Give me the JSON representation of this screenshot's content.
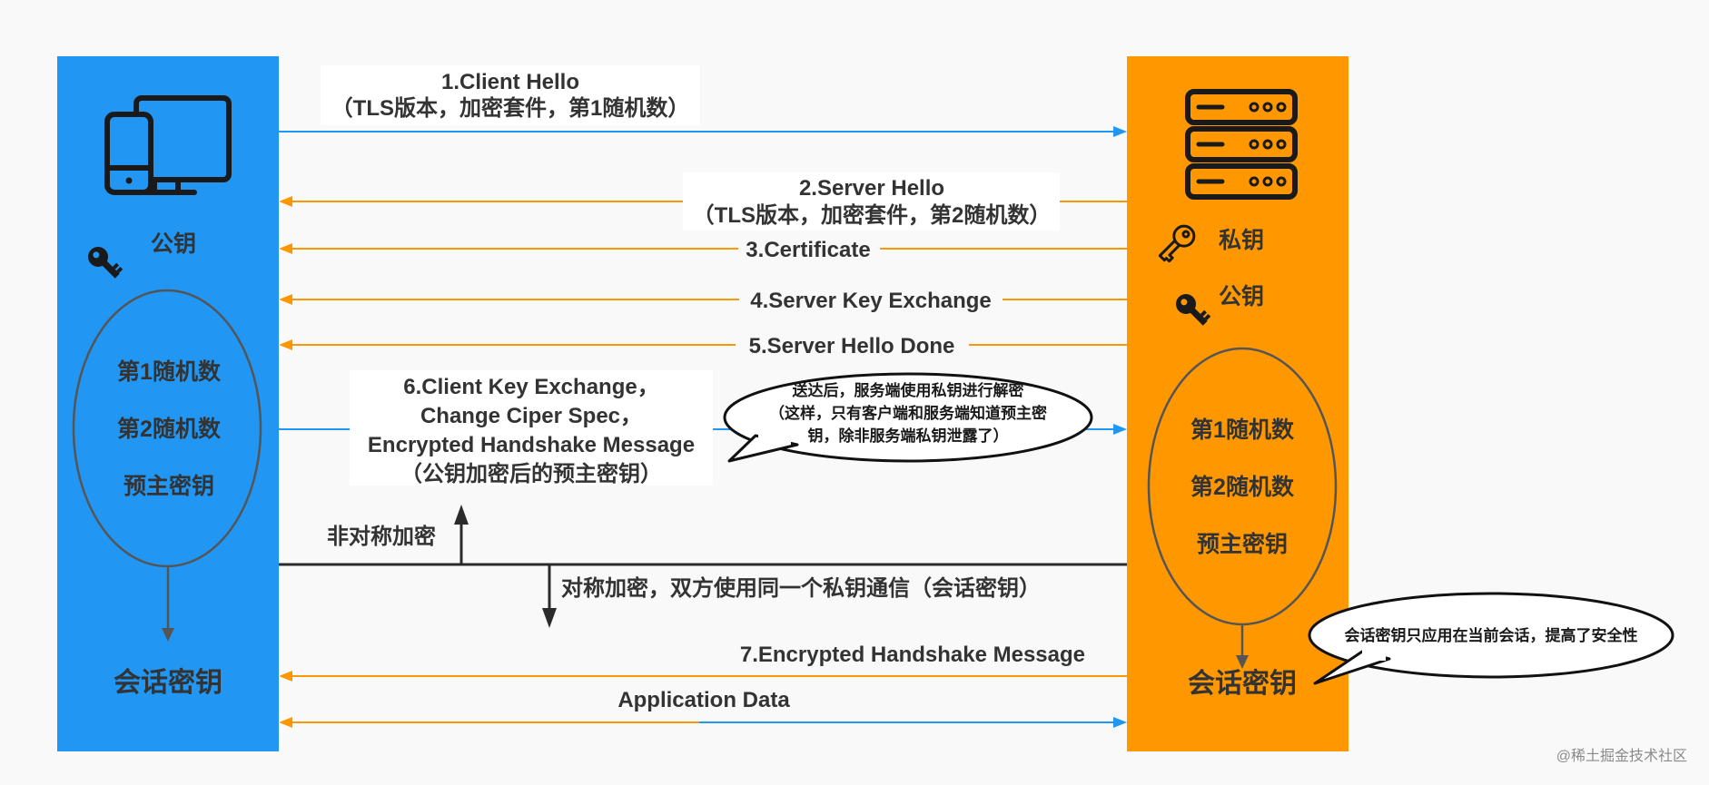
{
  "colors": {
    "client": "#2196f3",
    "server": "#ff9800",
    "text": "#333333",
    "line_dark": "#2b2b2b",
    "oval_stroke": "#555555",
    "background": "#f9f9f9"
  },
  "icons": {
    "client": "computer-phone-icon",
    "server": "server-rack-icon",
    "key": "key-icon",
    "key_outline": "key-outline-icon"
  },
  "client": {
    "public_key_label": "公钥",
    "oval_lines": [
      "第1随机数",
      "第2随机数",
      "预主密钥"
    ],
    "session_key_label": "会话密钥"
  },
  "server": {
    "private_key_label": "私钥",
    "public_key_label": "公钥",
    "oval_lines": [
      "第1随机数",
      "第2随机数",
      "预主密钥"
    ],
    "session_key_label": "会话密钥"
  },
  "messages": [
    {
      "id": "client-hello",
      "direction": "to-server",
      "color": "client",
      "lines": [
        "1.Client Hello",
        "（TLS版本，加密套件，第1随机数）"
      ]
    },
    {
      "id": "server-hello",
      "direction": "to-client",
      "color": "server",
      "lines": [
        "2.Server Hello",
        "（TLS版本，加密套件，第2随机数）"
      ]
    },
    {
      "id": "certificate",
      "direction": "to-client",
      "color": "server",
      "lines": [
        "3.Certificate"
      ]
    },
    {
      "id": "server-key-exchange",
      "direction": "to-client",
      "color": "server",
      "lines": [
        "4.Server Key Exchange"
      ]
    },
    {
      "id": "server-hello-done",
      "direction": "to-client",
      "color": "server",
      "lines": [
        "5.Server Hello Done"
      ]
    },
    {
      "id": "client-key-exchange",
      "direction": "to-server",
      "color": "client",
      "lines": [
        "6.Client Key Exchange，",
        "Change Ciper Spec，",
        "Encrypted Handshake Message",
        "（公钥加密后的预主密钥）"
      ]
    },
    {
      "id": "encrypted-handshake",
      "direction": "to-client",
      "color": "server",
      "lines": [
        "7.Encrypted Handshake Message"
      ]
    },
    {
      "id": "application-data",
      "direction": "both",
      "color": "mixed",
      "lines": [
        "Application Data"
      ]
    }
  ],
  "divider": {
    "asymmetric_label": "非对称加密",
    "symmetric_label": "对称加密，双方使用同一个私钥通信（会话密钥）"
  },
  "bubbles": {
    "decrypt": [
      "送达后，服务端使用私钥进行解密",
      "（这样，只有客户端和服务端知道预主密",
      "钥，除非服务端私钥泄露了）"
    ],
    "session": [
      "会话密钥只应用在当前会话，提高了安全性"
    ]
  },
  "watermark": "@稀土掘金技术社区"
}
